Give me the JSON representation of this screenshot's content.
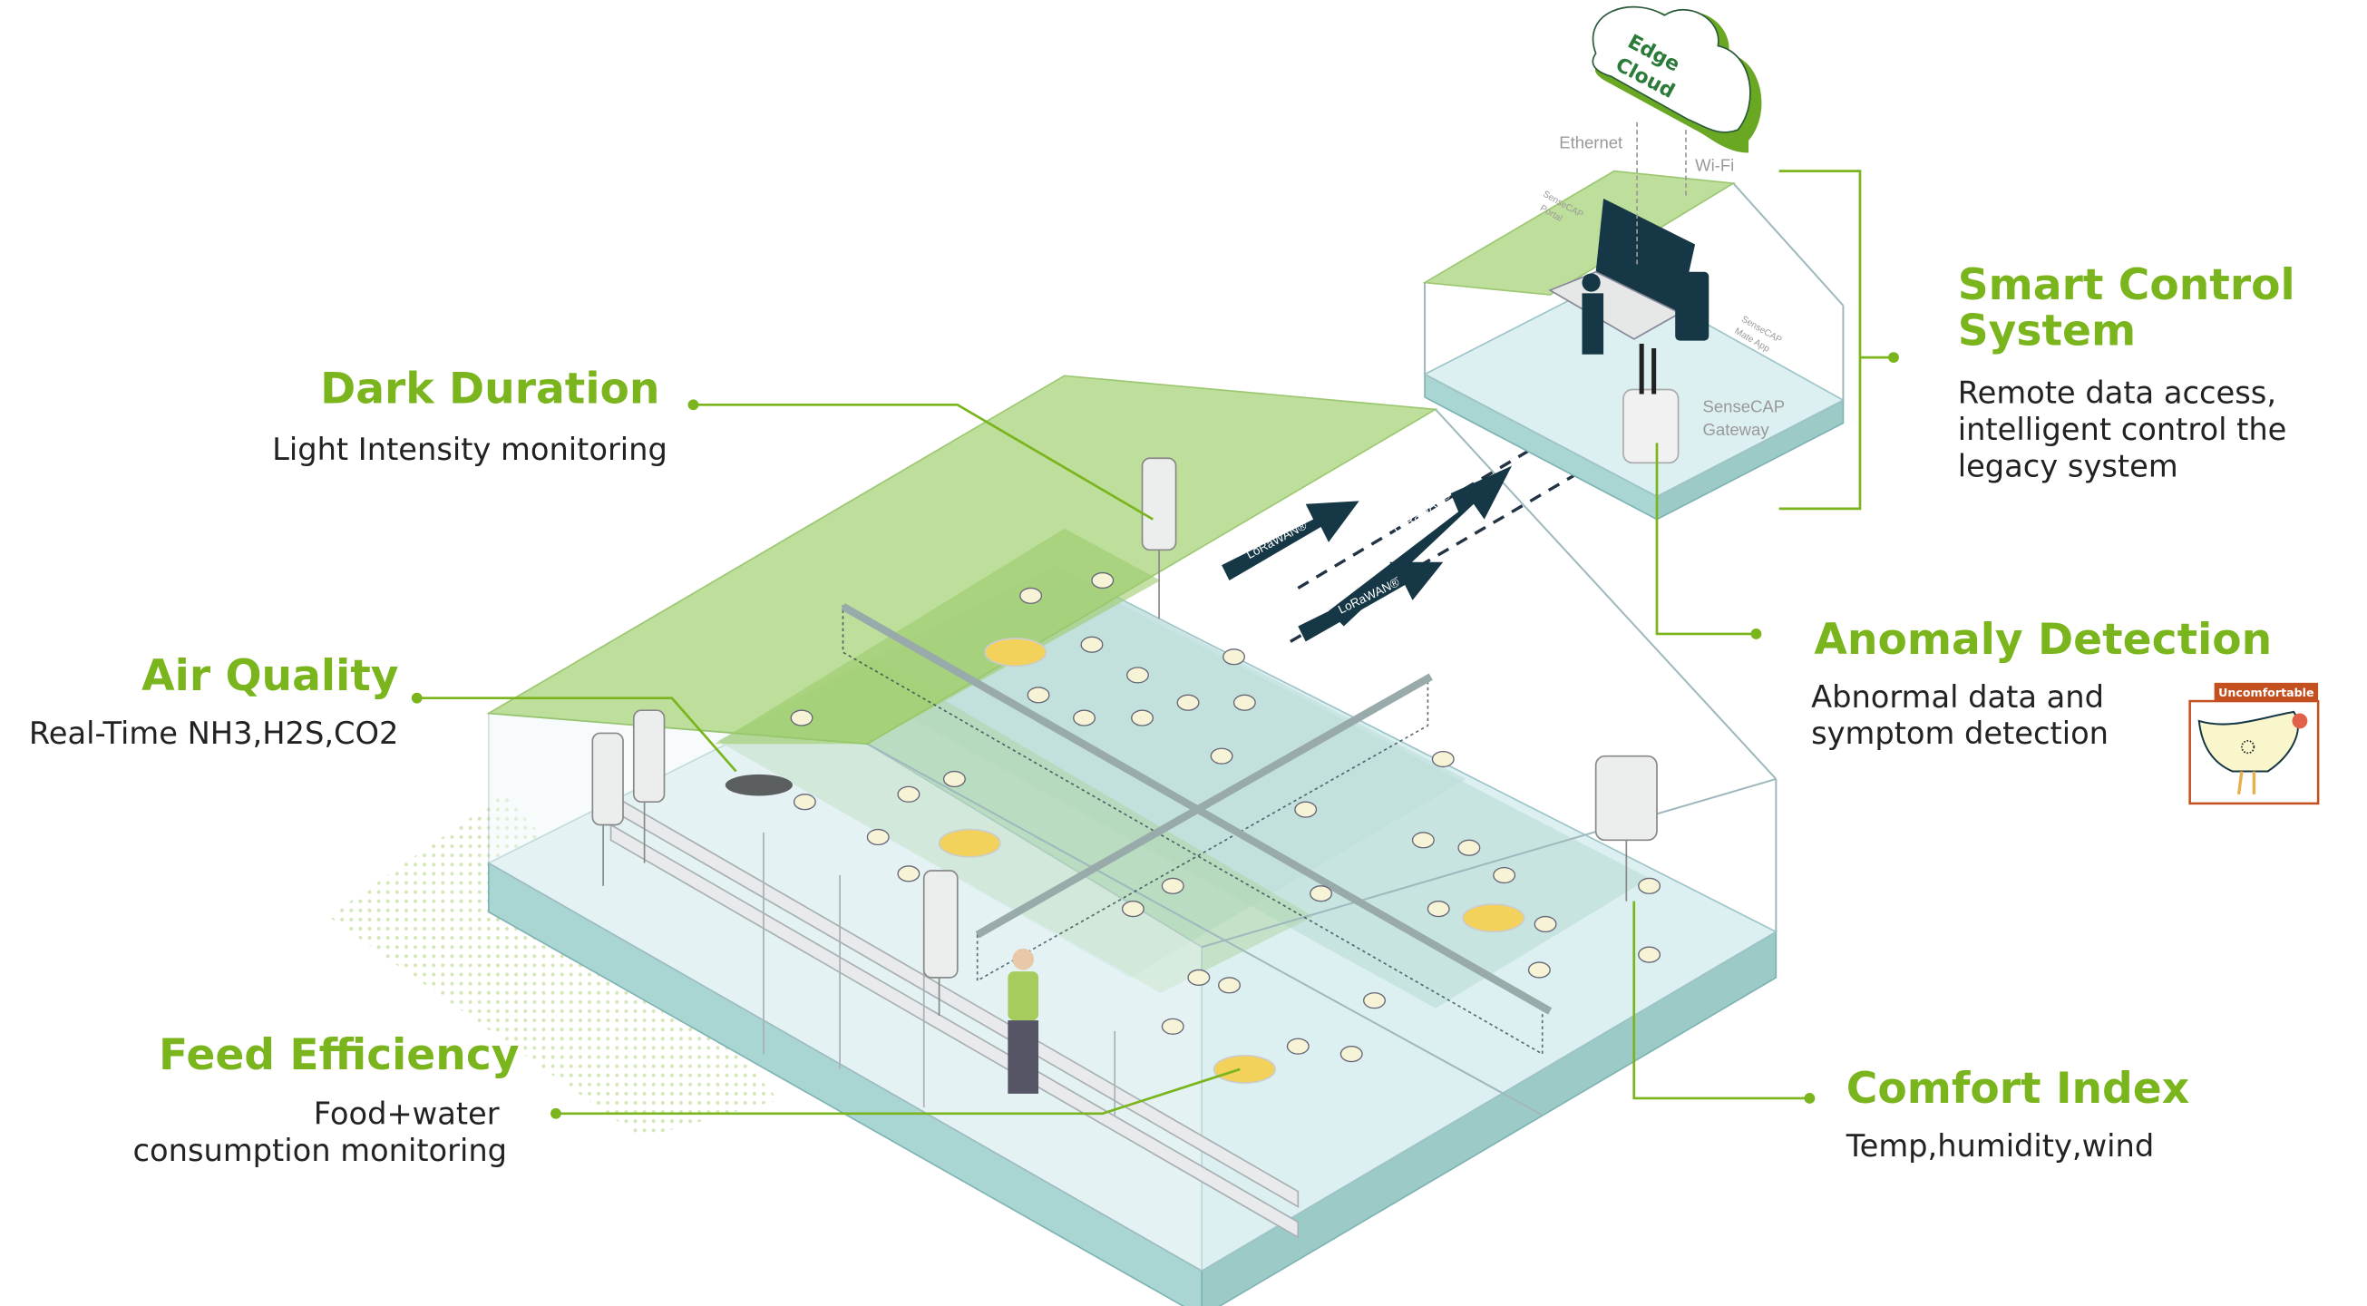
{
  "labels": {
    "dark_duration": {
      "title": "Dark Duration",
      "desc": "Light Intensity monitoring"
    },
    "air_quality": {
      "title": "Air Quality",
      "desc": "Real-Time NH3,H2S,CO2"
    },
    "feed_efficiency": {
      "title": "Feed Efficiency",
      "desc_lines": [
        "Food+water",
        "consumption monitoring"
      ]
    },
    "smart_control": {
      "title_lines": [
        "Smart Control",
        "System"
      ],
      "desc_lines": [
        "Remote data access,",
        "intelligent control the",
        "legacy system"
      ]
    },
    "anomaly_detection": {
      "title": "Anomaly Detection",
      "desc_lines": [
        "Abnormal data and",
        "symptom detection"
      ],
      "badge": "Uncomfortable"
    },
    "comfort_index": {
      "title": "Comfort Index",
      "desc": "Temp,humidity,wind"
    }
  },
  "diagram": {
    "cloud_lines": [
      "Edge",
      "Cloud"
    ],
    "ethernet": "Ethernet",
    "wifi": "Wi-Fi",
    "portal": [
      "SenseCAP",
      "Portal"
    ],
    "mate_app": [
      "SenseCAP",
      "Mate App"
    ],
    "gateway": [
      "SenseCAP",
      "Gateway"
    ],
    "lorawan": "LoRaWAN®"
  },
  "colors": {
    "accent": "#7ab51d",
    "navy": "#163746",
    "badge": "#c4501f",
    "floor": "#d6ecee",
    "slab": "#a9d5d3"
  }
}
